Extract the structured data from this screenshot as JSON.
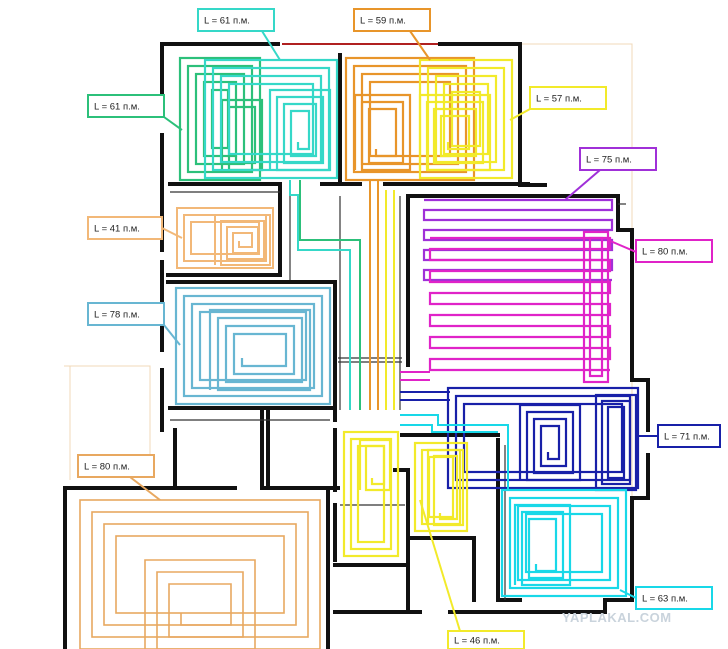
{
  "loops": [
    {
      "id": "green",
      "label": "L = 61 п.м.",
      "color": "#2cc07a"
    },
    {
      "id": "teal",
      "label": "L = 61 п.м.",
      "color": "#35d8c8"
    },
    {
      "id": "orange",
      "label": "L = 59 п.м.",
      "color": "#e8952a"
    },
    {
      "id": "yellow",
      "label": "L = 57 п.м.",
      "color": "#f2ea2a"
    },
    {
      "id": "purple",
      "label": "L = 75 п.м.",
      "color": "#a030d8"
    },
    {
      "id": "peach",
      "label": "L = 41 п.м.",
      "color": "#f2b878"
    },
    {
      "id": "magenta",
      "label": "L = 80 п.м.",
      "color": "#e023c8"
    },
    {
      "id": "blue",
      "label": "L = 78 п.м.",
      "color": "#68b6d2"
    },
    {
      "id": "tan",
      "label": "L = 80 п.м.",
      "color": "#e8a860"
    },
    {
      "id": "navy",
      "label": "L = 71 п.м.",
      "color": "#1820a8"
    },
    {
      "id": "cyan",
      "label": "L = 63 п.м.",
      "color": "#18d8e8"
    },
    {
      "id": "yellow2",
      "label": "L = 46 п.м.",
      "color": "#f2ea2a"
    }
  ],
  "watermark": "YAPLAKAL.COM",
  "colors": {
    "wall": "#111111",
    "background": "#ffffff"
  }
}
